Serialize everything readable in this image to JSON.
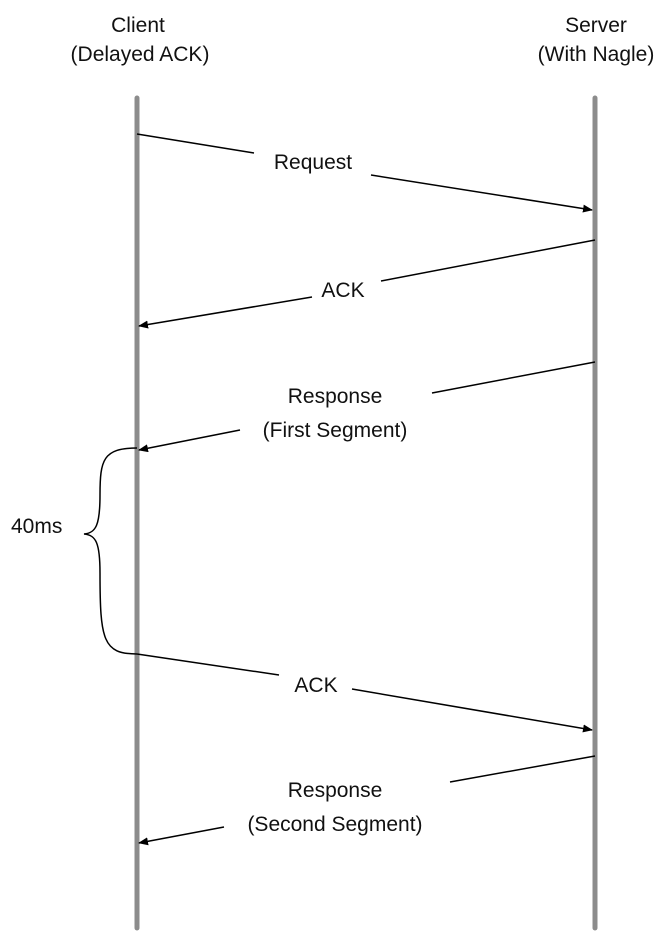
{
  "participants": {
    "client": {
      "name": "Client",
      "role": "(Delayed ACK)"
    },
    "server": {
      "name": "Server",
      "role": "(With Nagle)"
    }
  },
  "messages": [
    {
      "from": "client",
      "to": "server",
      "lines": [
        "Request"
      ]
    },
    {
      "from": "server",
      "to": "client",
      "lines": [
        "ACK"
      ]
    },
    {
      "from": "server",
      "to": "client",
      "lines": [
        "Response",
        "(First Segment)"
      ]
    },
    {
      "from": "client",
      "to": "server",
      "lines": [
        "ACK"
      ]
    },
    {
      "from": "server",
      "to": "client",
      "lines": [
        "Response",
        "(Second Segment)"
      ]
    }
  ],
  "delay": {
    "label": "40ms"
  },
  "colors": {
    "lifeline": "#8c8c8c",
    "arrow": "#000000",
    "text": "#111111"
  }
}
